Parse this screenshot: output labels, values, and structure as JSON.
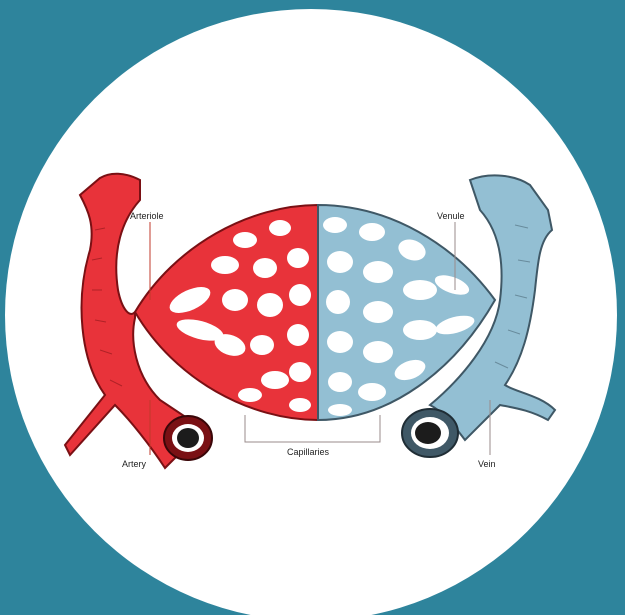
{
  "colors": {
    "background": "#2e849c",
    "circle": "#ffffff",
    "artery": "#e8333a",
    "artery_dark": "#7a1014",
    "vein": "#93bfd3",
    "vein_dark": "#3f5866",
    "leader_line": "#c0392b",
    "label_line": "#9a8b8b"
  },
  "labels": {
    "arteriole": "Arteriole",
    "venule": "Venule",
    "capillaries": "Capillaries",
    "artery": "Artery",
    "vein": "Vein"
  },
  "icons": [
    "artery-icon",
    "vein-icon",
    "capillary-bed-icon"
  ]
}
